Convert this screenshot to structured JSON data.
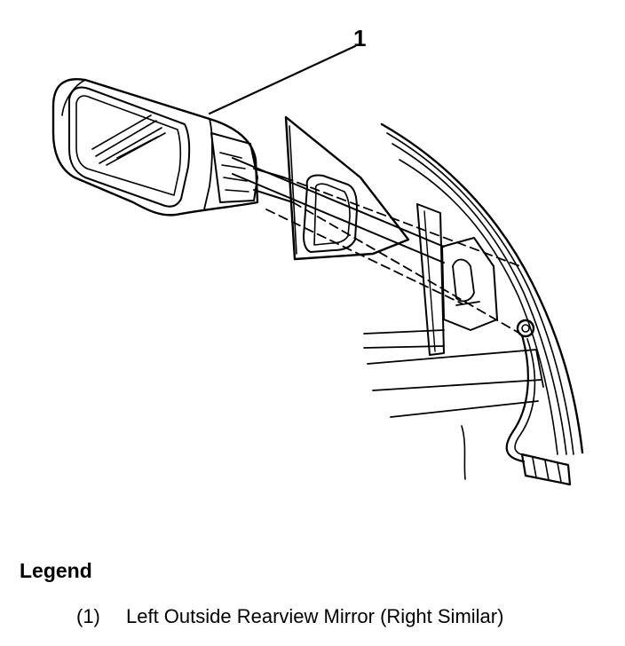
{
  "diagram": {
    "callout_number": "1"
  },
  "legend": {
    "title": "Legend",
    "items": [
      {
        "number": "(1)",
        "text": "Left Outside Rearview Mirror (Right Similar)"
      }
    ]
  }
}
